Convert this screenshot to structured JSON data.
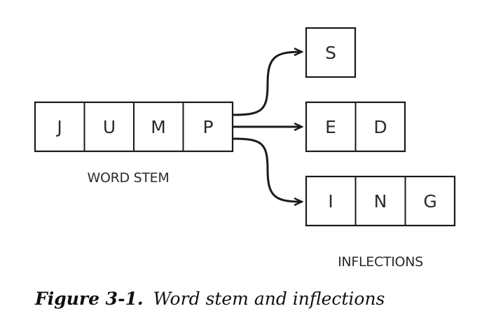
{
  "stem": {
    "letters": [
      "J",
      "U",
      "M",
      "P"
    ],
    "label": "WORD STEM"
  },
  "inflections": {
    "groups": [
      [
        "S"
      ],
      [
        "E",
        "D"
      ],
      [
        "I",
        "N",
        "G"
      ]
    ],
    "label": "INFLECTIONS"
  },
  "caption": {
    "figure_label": "Figure 3-1.",
    "title": "Word stem and inflections"
  }
}
